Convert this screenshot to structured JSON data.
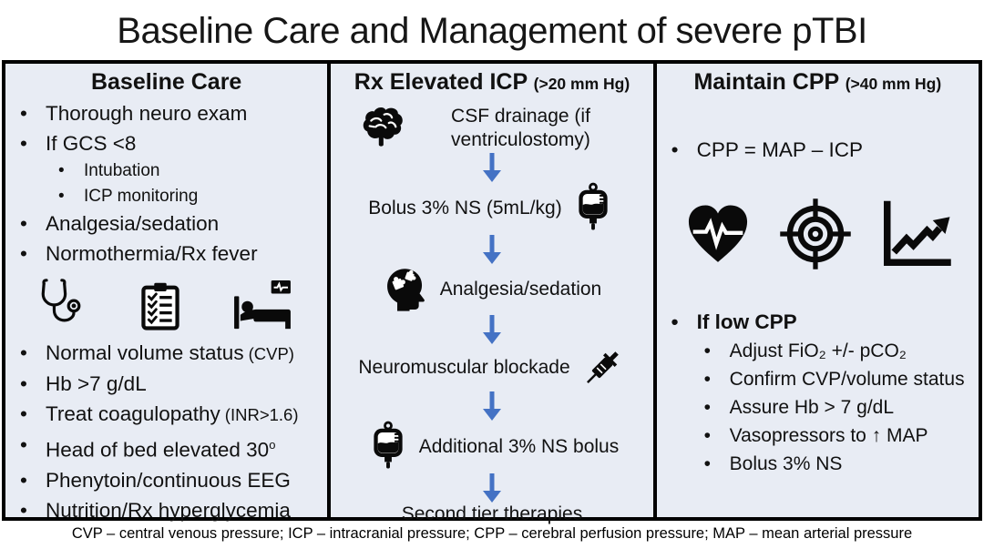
{
  "title": "Baseline Care and Management of severe pTBI",
  "footer": "CVP – central venous pressure; ICP – intracranial pressure; CPP – cerebral perfusion pressure; MAP – mean arterial pressure",
  "colors": {
    "panel_bg": "#E8ECF4",
    "border": "#000000",
    "arrow_blue": "#4472C4",
    "icon_black": "#0A0A0A"
  },
  "baseline_care": {
    "title": "Baseline Care",
    "items": [
      {
        "text": "Thorough neuro exam"
      },
      {
        "text": "If GCS <8",
        "children": [
          "Intubation",
          "ICP monitoring"
        ]
      },
      {
        "text": "Analgesia/sedation"
      },
      {
        "text": "Normothermia/Rx fever"
      },
      {
        "text": "Normal volume status",
        "note": "(CVP)"
      },
      {
        "text": "Hb >7 g/dL"
      },
      {
        "text": "Treat coagulopathy",
        "note": "(INR>1.6)"
      },
      {
        "text": "Head of bed elevated 30",
        "sup": "o"
      },
      {
        "text": "Phenytoin/continuous EEG"
      },
      {
        "text": "Nutrition/Rx hyperglycemia"
      }
    ],
    "icons": [
      "stethoscope-icon",
      "checklist-icon",
      "hospital-bed-icon"
    ]
  },
  "rx_icp": {
    "title": "Rx Elevated ICP",
    "title_note": "(>20 mm Hg)",
    "steps": [
      {
        "label": "CSF drainage (if ventriculostomy)",
        "icon": "brain-icon",
        "icon_side": "left"
      },
      {
        "label": "Bolus 3% NS (5mL/kg)",
        "icon": "iv-bag-icon",
        "icon_side": "right"
      },
      {
        "label": "Analgesia/sedation",
        "icon": "head-puzzle-icon",
        "icon_side": "left"
      },
      {
        "label": "Neuromuscular blockade",
        "icon": "syringe-icon",
        "icon_side": "right"
      },
      {
        "label": "Additional 3% NS bolus",
        "icon": "iv-bag-icon",
        "icon_side": "left"
      },
      {
        "label": "Second tier therapies",
        "icon": "",
        "icon_side": "none"
      }
    ]
  },
  "maintain_cpp": {
    "title": "Maintain CPP",
    "title_note": "(>40 mm Hg)",
    "formula": "CPP = MAP – ICP",
    "icons": [
      "heart-pulse-icon",
      "target-icon",
      "chart-up-icon"
    ],
    "if_low_cpp": {
      "label": "If low CPP",
      "items": [
        "Adjust FiO₂ +/- pCO₂",
        "Confirm CVP/volume status",
        "Assure Hb > 7 g/dL",
        "Vasopressors to ↑ MAP",
        "Bolus 3% NS"
      ]
    }
  }
}
